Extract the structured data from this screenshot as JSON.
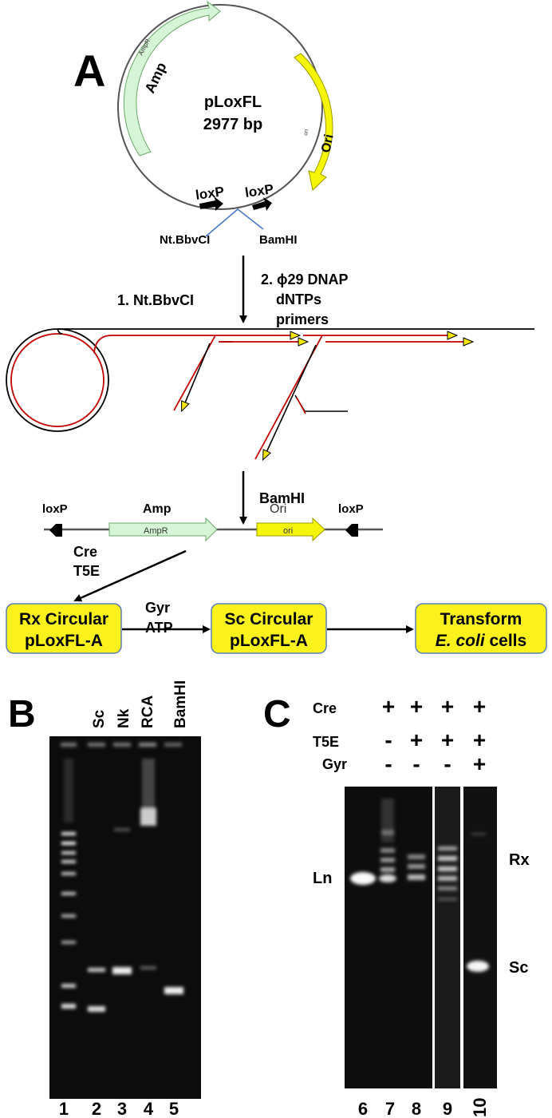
{
  "panel_a": {
    "letter": "A",
    "plasmid": {
      "name": "pLoxFL",
      "size": "2977 bp"
    },
    "features": {
      "amp": "Amp",
      "ampr": "AmpR",
      "ori": "Ori",
      "ori_small": "ori",
      "loxp_left": "loxP",
      "loxp_right": "loxP",
      "site_nick": "Nt.BbvCI",
      "site_bam": "BamHI"
    },
    "step1": "1. Nt.BbvCI",
    "step2": [
      "2. ϕ29 DNAP",
      "dNTPs",
      "primers"
    ],
    "bamhi_step": "BamHI",
    "linear": {
      "loxp_left": "loxP",
      "amp": "Amp",
      "ampr": "AmpR",
      "ori": "Ori",
      "ori_small": "ori",
      "loxp_right": "loxP"
    },
    "cre_t5e": [
      "Cre",
      "T5E"
    ],
    "gyr_atp": [
      "Gyr",
      "ATP"
    ],
    "boxes": [
      {
        "line1": "Rx Circular",
        "line2": "pLoxFL-A"
      },
      {
        "line1": "Sc Circular",
        "line2": "pLoxFL-A"
      },
      {
        "line1": "Transform",
        "line2_italic": "E. coli",
        "line2_rest": " cells"
      }
    ],
    "colors": {
      "amp_fill": "#d6f5d6",
      "ori_fill": "#f5f50a",
      "box_fill": "#fbf21d",
      "box_stroke": "#5a7fb5",
      "nick_line": "#4a78c8",
      "red_strand": "#c00000"
    }
  },
  "panel_b": {
    "letter": "B",
    "lane_headers": [
      "Sc",
      "Nk",
      "RCA",
      "BamHI"
    ],
    "lane_numbers": [
      "1",
      "2",
      "3",
      "4",
      "5"
    ]
  },
  "panel_c": {
    "letter": "C",
    "row_labels": [
      "Cre",
      "T5E",
      "Gyr"
    ],
    "signs": [
      [
        "+",
        "+",
        "+",
        "+"
      ],
      [
        "-",
        "+",
        "+",
        "+"
      ],
      [
        "-",
        "-",
        "-",
        "+"
      ]
    ],
    "left_label": "Ln",
    "right_labels": [
      "Rx",
      "Sc"
    ],
    "lane_numbers": [
      "6",
      "7",
      "8",
      "9",
      "10"
    ]
  }
}
